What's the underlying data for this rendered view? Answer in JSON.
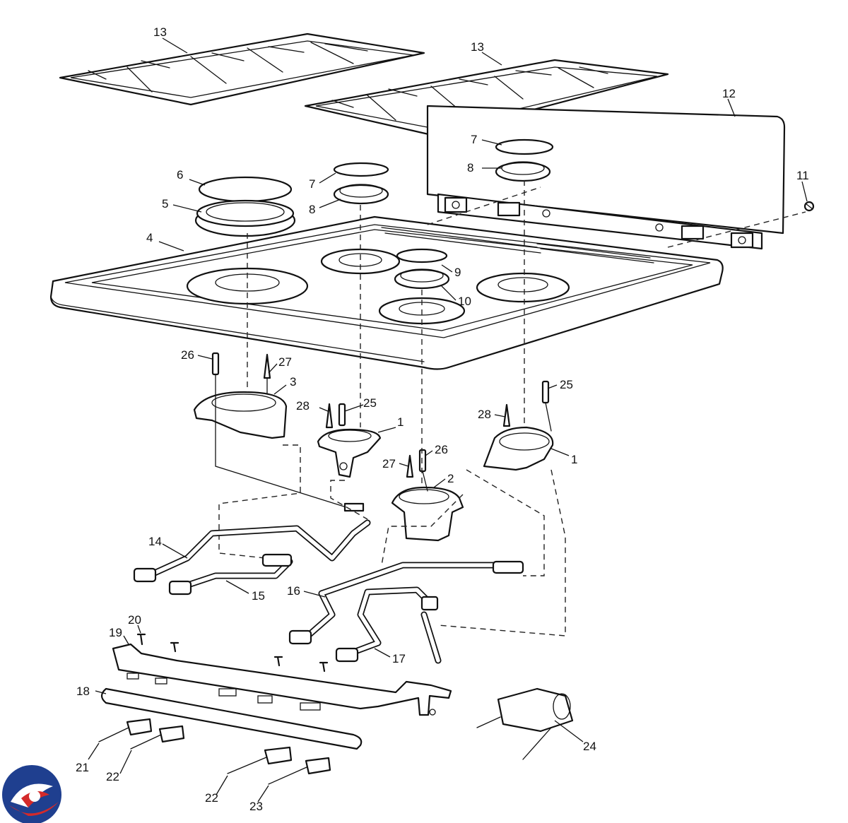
{
  "diagram": {
    "callouts": [
      "13",
      "13",
      "12",
      "7",
      "8",
      "11",
      "6",
      "7",
      "5",
      "8",
      "4",
      "9",
      "10",
      "26",
      "27",
      "3",
      "25",
      "28",
      "25",
      "1",
      "28",
      "26",
      "1",
      "27",
      "2",
      "14",
      "15",
      "16",
      "20",
      "19",
      "17",
      "18",
      "24",
      "21",
      "22",
      "22",
      "23"
    ]
  },
  "colors": {
    "line": "#111111",
    "background": "#ffffff",
    "logo_blue": "#1f3f8f",
    "logo_red": "#d42a2a"
  },
  "icons": {
    "logo": "brand-swirl-logo"
  }
}
